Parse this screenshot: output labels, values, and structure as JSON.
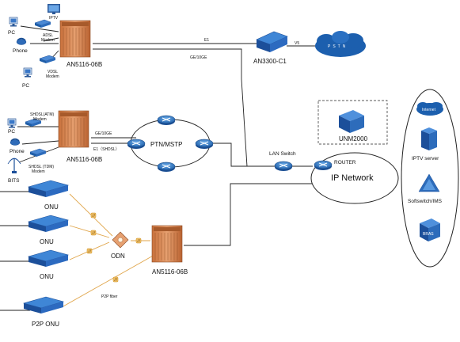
{
  "devices": {
    "olt_top": "AN5116-06B",
    "olt_mid": "AN5116-06B",
    "olt_bottom": "AN5116-06B",
    "an3300": "AN3300-C1",
    "pstn": "PSTN",
    "lan_switch": "LAN Switch",
    "router": "ROUTER",
    "ip_network": "IP Network",
    "unm": "UNM2000",
    "ptn": "PTN/MSTP",
    "odn": "ODN"
  },
  "top_group": {
    "pc1": "PC",
    "iptv": "IPTV",
    "adsl_modem": [
      "ADSL",
      "Modem"
    ],
    "phone": "Phone",
    "vdsl_modem": [
      "VDSL",
      "Modem"
    ],
    "pc2": "PC"
  },
  "mid_group": {
    "shdsl_atm": [
      "SHDSL(ATM)",
      "Modem"
    ],
    "pc": "PC",
    "phone": "Phone",
    "shdsl_tdm": [
      "SHDSL (TDM)",
      "Modem"
    ],
    "bits": "BITS"
  },
  "links": {
    "e1_top": "E1",
    "ge_top": "GE/10GE",
    "v5": "V5",
    "ge_mid": "GE/10GE",
    "e1_mid": "E1（SHDSL）",
    "p2p_fiber": "P2P fiber"
  },
  "onus": [
    "ONU",
    "ONU",
    "ONU",
    "P2P ONU"
  ],
  "services": {
    "internet": "Internet",
    "iptv_server": "IPTV server",
    "softswitch": "Softswitch/IMS",
    "bras": "BRAS"
  }
}
